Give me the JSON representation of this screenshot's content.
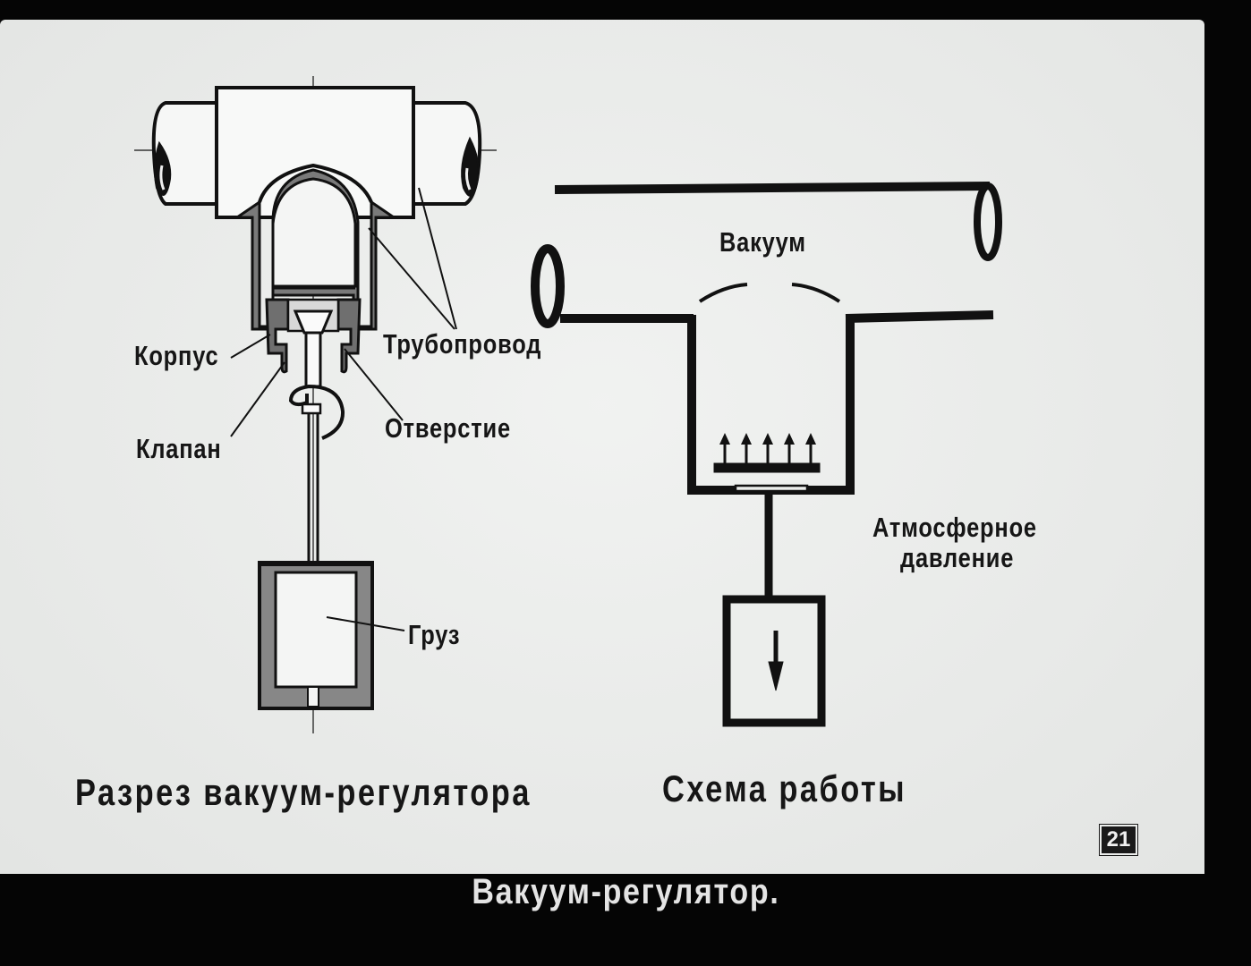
{
  "section_left_title": "Разрез вакуум-регулятора",
  "section_right_title": "Схема работы",
  "labels": {
    "korpus": "Корпус",
    "klapan": "Клапан",
    "truboprovod": "Трубопровод",
    "otverstie": "Отверстие",
    "gruz": "Груз",
    "vakuum": "Вакуум",
    "atm_line1": "Атмосферное",
    "atm_line2": "давление"
  },
  "page_number": "21",
  "caption": "Вакуум-регулятор."
}
